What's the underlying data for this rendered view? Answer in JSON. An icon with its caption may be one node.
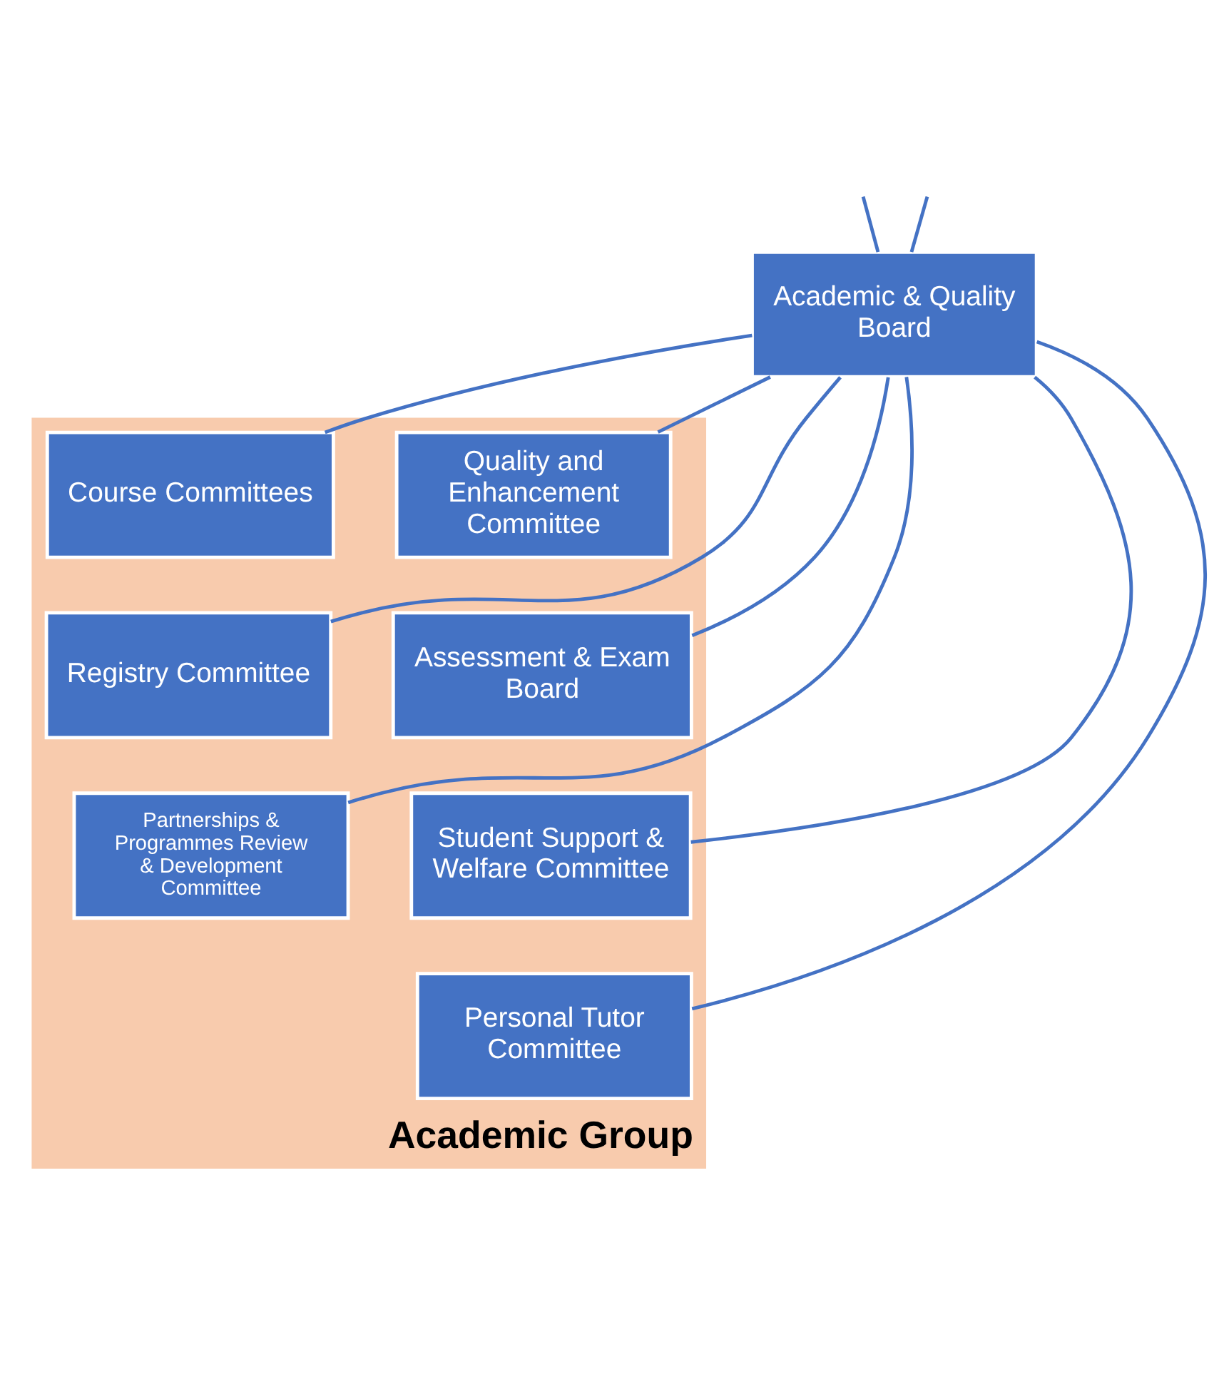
{
  "diagram": {
    "nodes": [
      {
        "text": [
          "Academic Group"
        ]
      },
      {
        "text": [
          "Academic & Quality Board"
        ]
      },
      {
        "text": [
          "Quality and Enhancement Committee"
        ],
        "in": 0
      },
      {
        "text": [
          "Course Committees"
        ],
        "in": 0
      },
      {
        "text": [
          "Registry Committee"
        ],
        "in": 0
      },
      {
        "text": [
          "Assessment & Exam Board"
        ],
        "in": 0
      },
      {
        "text": [
          "Partnerships & Programmes Review & Development Committee"
        ],
        "in": 0
      },
      {
        "text": [
          "Student Support & Welfare Committee"
        ],
        "in": 0
      },
      {
        "text": [
          "Personal Tutor Committee"
        ],
        "in": 0
      }
    ],
    "edges": [
      {
        "from": null,
        "to": 1,
        "arrow": "none"
      },
      {
        "from": null,
        "to": 1,
        "arrow": "none"
      },
      {
        "from": 1,
        "to": 2,
        "arrow": "none"
      },
      {
        "from": 1,
        "to": 3,
        "arrow": "none"
      },
      {
        "from": 1,
        "to": 4,
        "arrow": "none"
      },
      {
        "from": 1,
        "to": 5,
        "arrow": "none"
      },
      {
        "from": 1,
        "to": 6,
        "arrow": "none"
      },
      {
        "from": 1,
        "to": 7,
        "arrow": "none"
      },
      {
        "from": 1,
        "to": 8,
        "arrow": "none"
      }
    ]
  }
}
